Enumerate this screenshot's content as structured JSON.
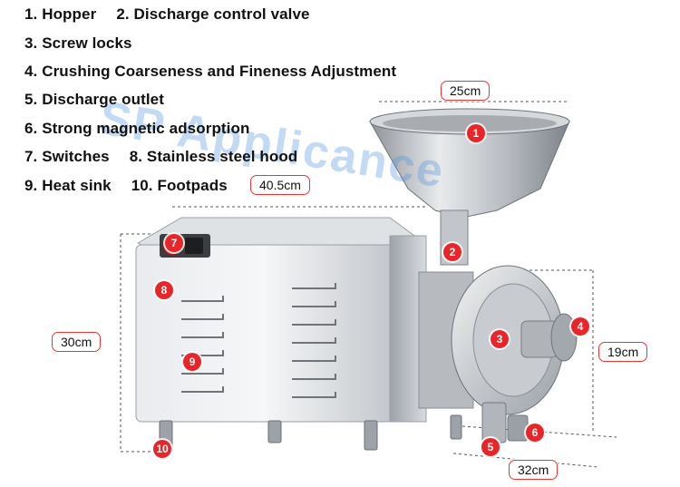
{
  "legend": {
    "line1_a": "1. Hopper",
    "line1_b": "2. Discharge control valve",
    "line2": "3. Screw locks",
    "line3": "4. Crushing Coarseness and Fineness Adjustment",
    "line4": "5. Discharge outlet",
    "line5": "6. Strong magnetic adsorption",
    "line6_a": "7. Switches",
    "line6_b": "8. Stainless steel hood",
    "line7_a": "9. Heat sink",
    "line7_b": "10. Footpads"
  },
  "dimensions": {
    "hopper_width": "25cm",
    "body_length": "40.5cm",
    "height": "30cm",
    "grinder_height": "19cm",
    "depth": "32cm"
  },
  "markers": [
    "1",
    "2",
    "3",
    "4",
    "5",
    "6",
    "7",
    "8",
    "9",
    "10"
  ],
  "watermark": "SP Applicance",
  "colors": {
    "marker": "#e8262a",
    "dimension_line": "#555555",
    "steel": "#c9ccd0"
  }
}
